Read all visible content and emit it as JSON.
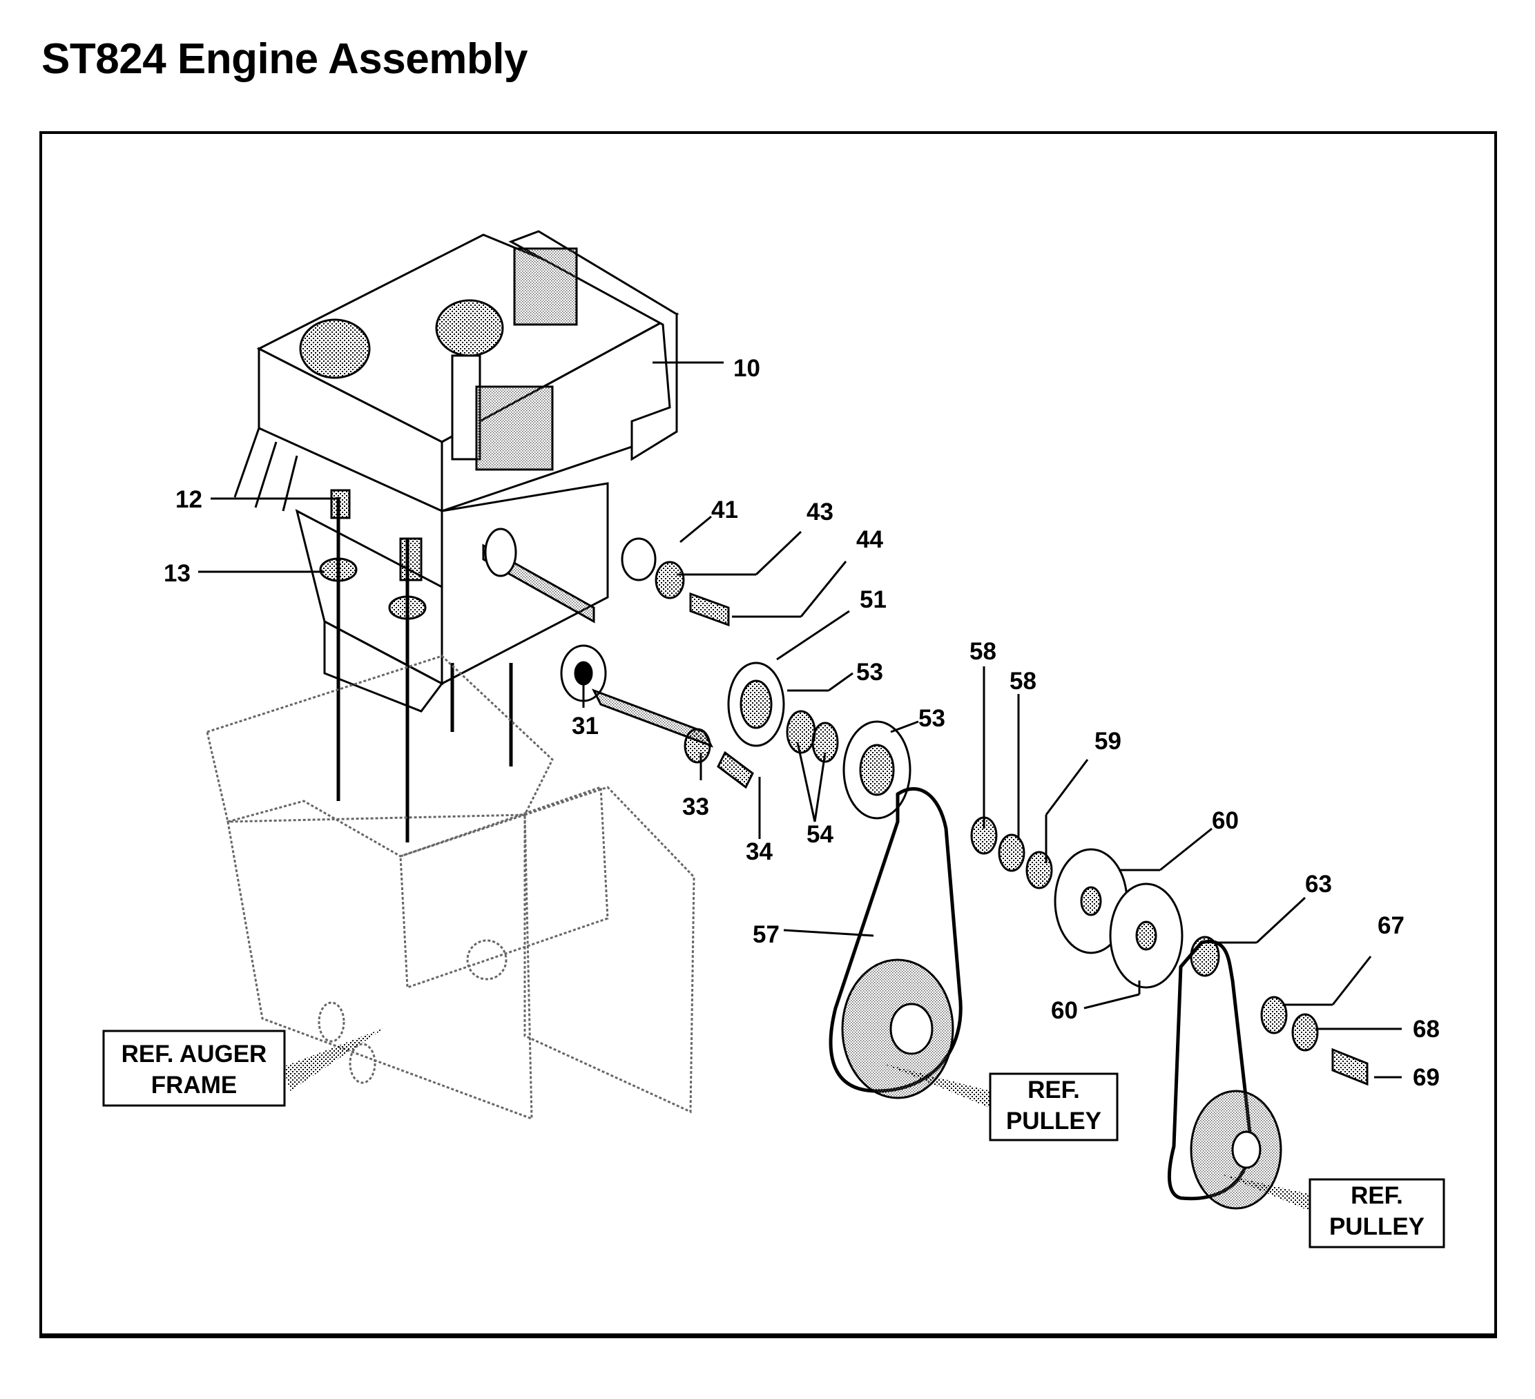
{
  "title": "ST824 Engine Assembly",
  "callouts": [
    "10",
    "12",
    "13",
    "41",
    "43",
    "44",
    "51",
    "53",
    "53",
    "31",
    "33",
    "34",
    "54",
    "58",
    "58",
    "59",
    "60",
    "60",
    "57",
    "63",
    "67",
    "68",
    "69"
  ],
  "ref_labels": {
    "auger_frame": [
      "REF. AUGER",
      "FRAME"
    ],
    "pulley_1": [
      "REF.",
      "PULLEY"
    ],
    "pulley_2": [
      "REF.",
      "PULLEY"
    ]
  }
}
